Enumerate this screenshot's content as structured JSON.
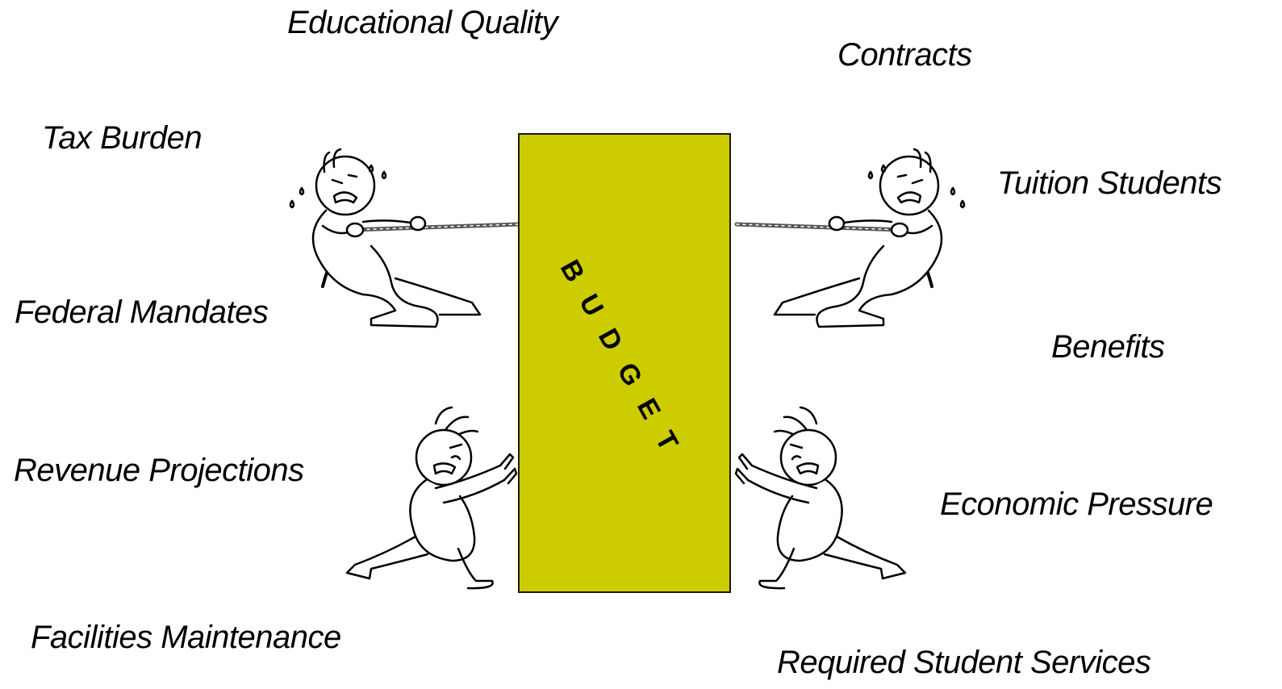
{
  "pressures": {
    "educational_quality": "Educational Quality",
    "contracts": "Contracts",
    "tax_burden": "Tax Burden",
    "tuition_students": "Tuition Students",
    "federal_mandates": "Federal Mandates",
    "benefits": "Benefits",
    "revenue_projections": "Revenue Projections",
    "economic_pressure": "Economic Pressure",
    "facilities_maintenance": "Facilities Maintenance",
    "required_student_services": "Required Student Services"
  },
  "budget": {
    "label": "BUDGET",
    "color": "#cccc00"
  },
  "figures": [
    "rope-puller-left-icon",
    "rope-puller-right-icon",
    "pusher-left-icon",
    "pusher-right-icon"
  ]
}
